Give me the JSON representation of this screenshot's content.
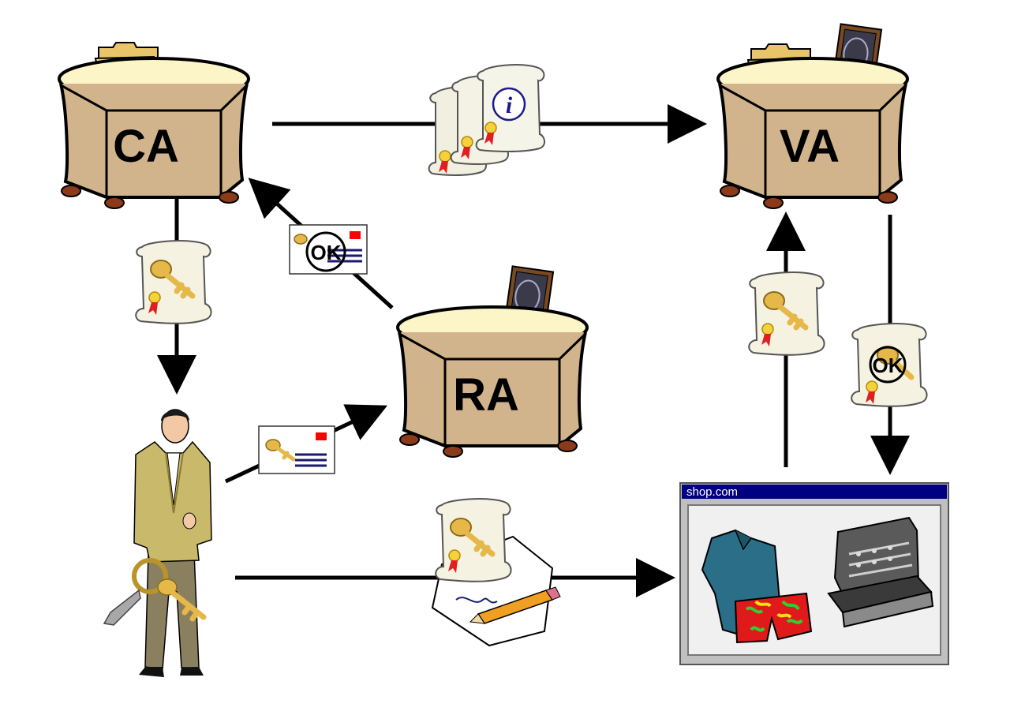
{
  "nodes": {
    "ca": {
      "label": "CA"
    },
    "va": {
      "label": "VA"
    },
    "ra": {
      "label": "RA"
    }
  },
  "shop": {
    "title": "shop.com"
  },
  "stamps": {
    "ok": "OK",
    "info": "i"
  },
  "icons": [
    "folder-icon",
    "ok-stamp-icon",
    "certificate-icon",
    "key-icon",
    "envelope-icon",
    "person-icon",
    "keyring-icon",
    "pencil-icon",
    "shirt-icon",
    "shorts-icon",
    "cash-register-icon"
  ],
  "colors": {
    "desk_top": "#fbf5c8",
    "desk_body": "#d2b48c",
    "desk_feet": "#8b3a1a",
    "arrow": "#000000",
    "shop_titlebar": "#000080",
    "shop_window": "#c0c0c0",
    "key_gold": "#e6b84a",
    "stamp_red": "#ff0000",
    "envelope_lines": "#1a1a6e"
  }
}
